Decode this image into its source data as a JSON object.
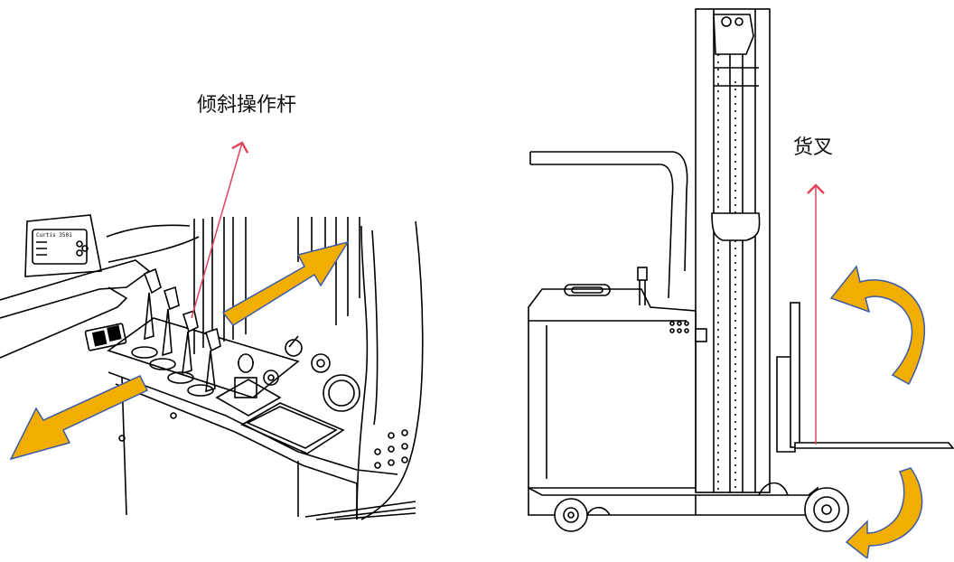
{
  "labels": {
    "tilt_lever": "倾斜操作杆",
    "fork": "货叉"
  },
  "display_text": "Curtis 3501",
  "colors": {
    "arrow_fill": "#F2AE00",
    "arrow_stroke": "#3B5AA8",
    "pointer_line": "#E0435A",
    "line_art": "#000000"
  },
  "icons": {
    "tilt_direction_arrows": "orange-double-arrow-icon",
    "fork_rotation_arrows": "orange-curved-arrow-icon",
    "pointer": "red-thin-arrow-icon"
  }
}
